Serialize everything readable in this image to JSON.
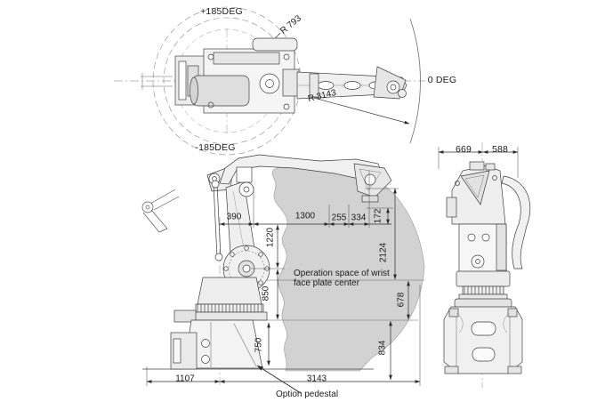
{
  "diagram_title": "Industrial robot working range diagram",
  "top_view": {
    "ccw_limit": "+185DEG",
    "cw_limit": "-185DEG",
    "inner_radius": "R 793",
    "outer_radius": "R 3143",
    "zero": "0 DEG"
  },
  "side_view": {
    "d390": "390",
    "d1300": "1300",
    "d255": "255",
    "d334": "334",
    "d172": "172",
    "d1220": "1220",
    "d2124": "2124",
    "d850": "850",
    "d678": "678",
    "d750": "750",
    "d834": "834",
    "d1107": "1107",
    "d3143": "3143",
    "note": "Operation space of wrist face plate center",
    "pedestal": "Option pedestal"
  },
  "front_view": {
    "d669": "669",
    "d588": "588"
  },
  "colors": {
    "background": "#ffffff",
    "line": "#3a3a3a",
    "operation_space_fill": "#d2d2d2",
    "text": "#1c1c1c"
  }
}
